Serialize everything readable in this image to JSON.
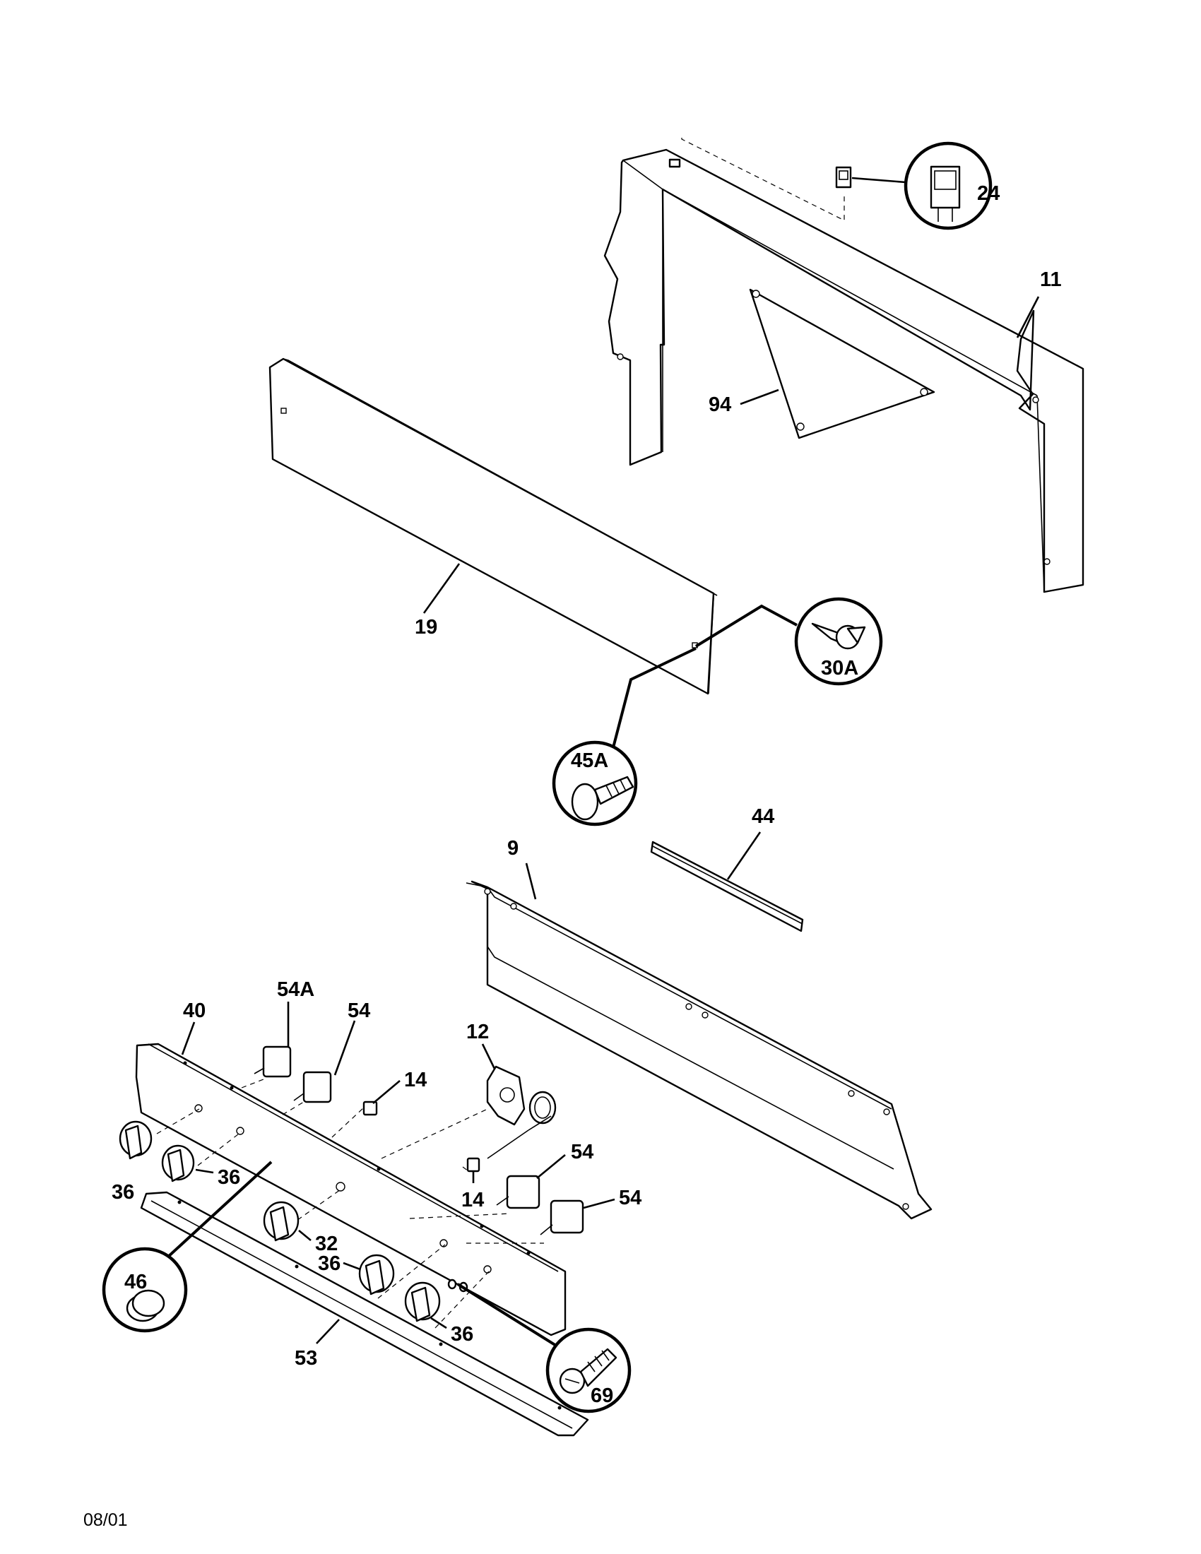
{
  "labels": {
    "p24": "24",
    "p11": "11",
    "p94": "94",
    "p19": "19",
    "p30A": "30A",
    "p45A": "45A",
    "p44": "44",
    "p9": "9",
    "p40": "40",
    "p54A": "54A",
    "p54a": "54",
    "p14a": "14",
    "p12": "12",
    "p36a": "36",
    "p36b": "36",
    "p54b": "54",
    "p54c": "54",
    "p14b": "14",
    "p32": "32",
    "p36c": "36",
    "p46": "46",
    "p36d": "36",
    "p53": "53",
    "p69": "69"
  },
  "footer": {
    "date_code": "08/01"
  }
}
